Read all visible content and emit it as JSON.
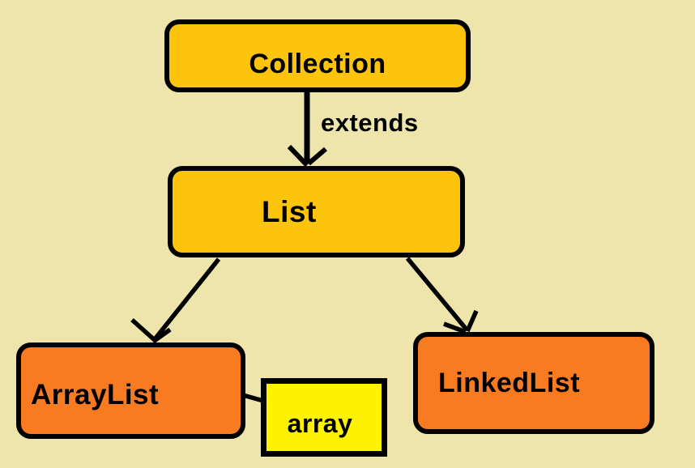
{
  "diagram": {
    "nodes": [
      {
        "id": "collection",
        "label": "Collection",
        "shape": "rounded-rect",
        "fill": "gold"
      },
      {
        "id": "list",
        "label": "List",
        "shape": "rounded-rect",
        "fill": "gold"
      },
      {
        "id": "arraylist",
        "label": "ArrayList",
        "shape": "rounded-rect",
        "fill": "orange"
      },
      {
        "id": "linkedlist",
        "label": "LinkedList",
        "shape": "rounded-rect",
        "fill": "orange"
      },
      {
        "id": "array",
        "label": "array",
        "shape": "rect",
        "fill": "yellow"
      }
    ],
    "edges": [
      {
        "from": "collection",
        "to": "list",
        "label": "extends",
        "type": "arrow"
      },
      {
        "from": "list",
        "to": "arraylist",
        "label": "",
        "type": "arrow"
      },
      {
        "from": "list",
        "to": "linkedlist",
        "label": "",
        "type": "arrow"
      },
      {
        "from": "arraylist",
        "to": "array",
        "label": "",
        "type": "line"
      }
    ]
  },
  "colors": {
    "background": "#EDE5AC",
    "gold": "#FCC40D",
    "orange": "#F87B21",
    "yellow": "#FFF200",
    "line": "#000000",
    "text": "#000000"
  }
}
